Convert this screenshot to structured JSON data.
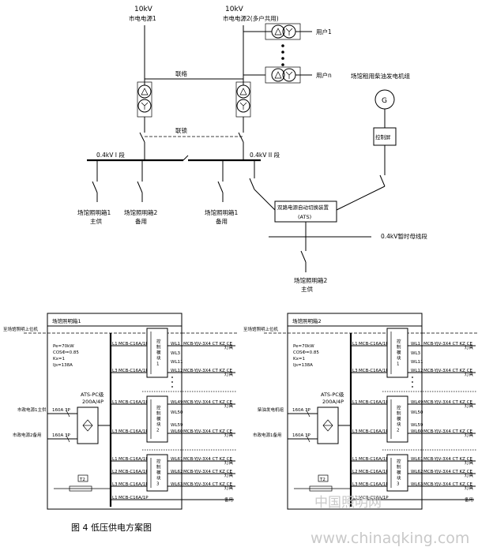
{
  "upper": {
    "src1_kv": "10kV",
    "src1_name": "市电电源1",
    "src2_kv": "10kV",
    "src2_name": "市电电源2(多户共用)",
    "user1": "用户1",
    "usern": "用户n",
    "link_hv": "联络",
    "link_lv": "联锁",
    "bus1": "0.4kV  I 段",
    "bus2": "0.4kV  II 段",
    "generator_title": "场馆租用柴油发电机组",
    "generator_symbol": "G",
    "control_panel": "控制屏",
    "ats_title": "双路电源自动切换装置",
    "ats_sub": "(ATS)",
    "temp_bus": "0.4kV暂时母线段",
    "load_a_1": "场馆照明箱1",
    "load_a_2": "主供",
    "load_b_1": "场馆照明箱2",
    "load_b_2": "备用",
    "load_c_1": "场馆照明箱1",
    "load_c_2": "备用",
    "load_d_1": "场馆照明箱2",
    "load_d_2": "主供"
  },
  "panels": [
    {
      "title": "场馆照明箱1",
      "incoming_label": "至场馆照明上位机",
      "params": [
        "Pe=70kW",
        "COSΦ=0.85",
        "Kx=1",
        "Ijs=138A"
      ],
      "ats_label": "ATS-PC级",
      "ats_rating": "200A/4P",
      "input1": "市政电源1主供",
      "input2": "市政电源2备用",
      "input_breaker": "160A 3P",
      "meter": "T2",
      "modules": [
        "控制模块1",
        "控制模块2",
        "控制模块3"
      ],
      "rows": [
        {
          "phase": "L1",
          "breaker": "MCB-C16A/1P",
          "circuit": "WL1",
          "cable": "MCB-YJV-3X4 CT KZ CE",
          "load": "灯具"
        },
        {
          "phase": "L3",
          "breaker": "MCB-C16A/1P",
          "circuit": "WL12",
          "cable": "MCB-YJV-3X4 CT KZ CE",
          "load": "灯具"
        },
        {
          "phase": "L1",
          "breaker": "MCB-C16A/1P",
          "circuit": "WL49",
          "cable": "MCB-YJV-3X4 CT KZ CE",
          "load": "灯具"
        },
        {
          "phase": "L3",
          "breaker": "MCB-C16A/1P",
          "circuit": "WL60",
          "cable": "MCB-YJV-3X4 CT KZ CE",
          "load": "灯具"
        },
        {
          "phase": "L1",
          "breaker": "MCB-C16A/1P",
          "circuit": "WL61",
          "cable": "MCB-YJV-3X4 CT KZ CE",
          "load": "灯具"
        },
        {
          "phase": "L2",
          "breaker": "MCB-C16A/1P",
          "circuit": "WL62",
          "cable": "MCB-YJV-3X4 CT KZ CE",
          "load": "灯具"
        },
        {
          "phase": "L3",
          "breaker": "MCB-C16A/1P",
          "circuit": "WL63",
          "cable": "MCB-YJV-3X4 CT KZ CE",
          "load": "灯具"
        },
        {
          "phase": "L1",
          "breaker": "MCB-C16A/1P",
          "circuit": "",
          "cable": "",
          "load": "备用"
        }
      ],
      "circuit_dots": [
        "WL3",
        "WL11",
        "WL50",
        "WL59"
      ]
    },
    {
      "title": "场馆照明箱2",
      "incoming_label": "至场馆照明上位机",
      "params": [
        "Pe=70kW",
        "COSΦ=0.85",
        "Kx=1",
        "Ijs=138A"
      ],
      "ats_label": "ATS-PC级",
      "ats_rating": "200A/4P",
      "input1": "柴油发电机组",
      "input2": "市政电源1备用",
      "input_breaker": "160A 3P",
      "meter": "T2",
      "modules": [
        "控制模块1",
        "控制模块2",
        "控制模块3"
      ],
      "rows": [
        {
          "phase": "L1",
          "breaker": "MCB-C16A/1P",
          "circuit": "WL1",
          "cable": "MCB-YJV-3X4 CT KZ CE",
          "load": "灯具"
        },
        {
          "phase": "L3",
          "breaker": "MCB-C16A/1P",
          "circuit": "WL12",
          "cable": "MCB-YJV-3X4 CT KZ CE",
          "load": "灯具"
        },
        {
          "phase": "L1",
          "breaker": "MCB-C16A/1P",
          "circuit": "WL49",
          "cable": "MCB-YJV-3X4 CT KZ CE",
          "load": "灯具"
        },
        {
          "phase": "L3",
          "breaker": "MCB-C16A/1P",
          "circuit": "WL60",
          "cable": "MCB-YJV-3X4 CT KZ CE",
          "load": "灯具"
        },
        {
          "phase": "L1",
          "breaker": "MCB-C16A/1P",
          "circuit": "WL61",
          "cable": "MCB-YJV-3X4 CT KZ CE",
          "load": "灯具"
        },
        {
          "phase": "L2",
          "breaker": "MCB-C16A/1P",
          "circuit": "WL62",
          "cable": "MCB-YJV-3X4 CT KZ CE",
          "load": "灯具"
        },
        {
          "phase": "L3",
          "breaker": "MCB-C16A/1P",
          "circuit": "WL63",
          "cable": "MCB-YJV-3X4 CT KZ CE",
          "load": "灯具"
        },
        {
          "phase": "L1",
          "breaker": "MCB-C16A/1P",
          "circuit": "",
          "cable": "",
          "load": "备用"
        }
      ],
      "circuit_dots": [
        "WL3",
        "WL11",
        "WL50",
        "WL59"
      ]
    }
  ],
  "caption": "图 4 低压供电方案图",
  "watermark_cn": "中国照明网",
  "watermark_url": "www.chinaqking.com"
}
